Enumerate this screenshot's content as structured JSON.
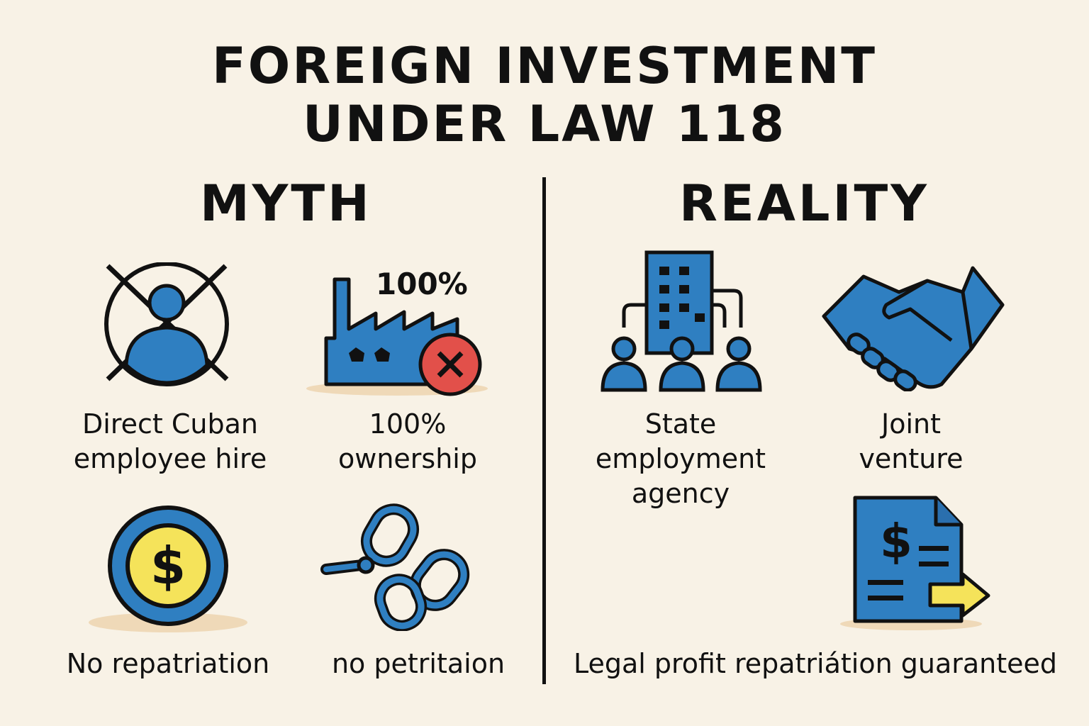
{
  "title": {
    "line1": "FOREIGN INVESTMENT",
    "line2": "UNDER LAW 118"
  },
  "myth": {
    "heading": "MYTH",
    "items": [
      {
        "label_line1": "Direct Cuban",
        "label_line2": "employee hire",
        "icon": "crossed-out-person-icon"
      },
      {
        "label_line1": "100%",
        "label_line2": "ownership",
        "icon": "factory-icon",
        "badge": "100%"
      },
      {
        "label": "No repatriation",
        "icon": "dollar-coin-icon"
      },
      {
        "label": "no petritaion",
        "icon": "broken-chain-icon"
      }
    ]
  },
  "reality": {
    "heading": "REALITY",
    "items": [
      {
        "label_line1": "State",
        "label_line2": "employment",
        "label_line3": "agency",
        "icon": "building-people-icon"
      },
      {
        "label_line1": "Joint",
        "label_line2": "venture",
        "icon": "handshake-icon"
      },
      {
        "label": "Legal profit repatriátion guaranteed",
        "icon": "money-document-icon"
      }
    ]
  },
  "colors": {
    "icon_blue": "#2f7fc1",
    "background": "#f8f2e6",
    "badge_red": "#e2504a",
    "coin_yellow": "#f5e35a"
  }
}
